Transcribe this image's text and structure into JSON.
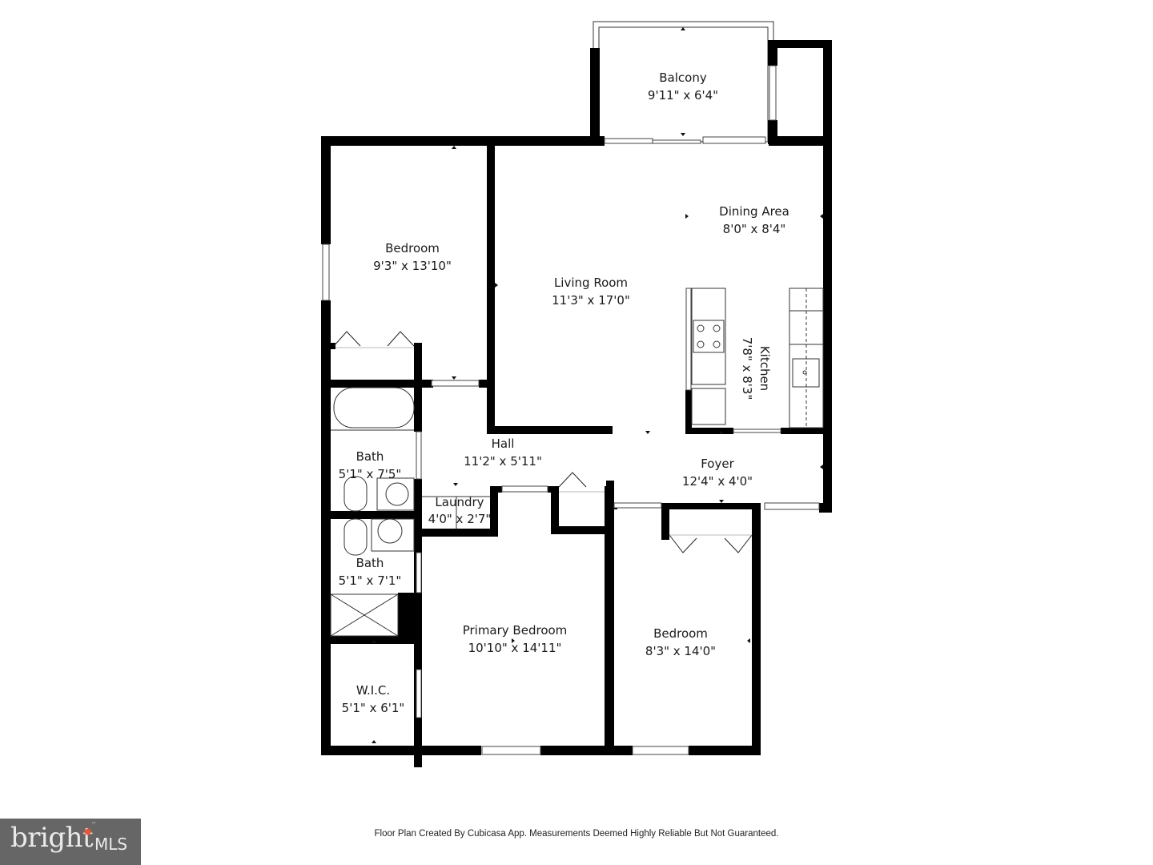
{
  "floor_plan": {
    "rooms": [
      {
        "name": "Balcony",
        "dimensions": "9'11\" x 6'4\""
      },
      {
        "name": "Bedroom",
        "dimensions": "9'3\" x 13'10\""
      },
      {
        "name": "Dining Area",
        "dimensions": "8'0\" x 8'4\""
      },
      {
        "name": "Living Room",
        "dimensions": "11'3\" x 17'0\""
      },
      {
        "name": "Kitchen",
        "dimensions": "7'8\" x 8'3\""
      },
      {
        "name": "Bath",
        "dimensions": "5'1\" x 7'5\""
      },
      {
        "name": "Hall",
        "dimensions": "11'2\" x 5'11\""
      },
      {
        "name": "Foyer",
        "dimensions": "12'4\" x 4'0\""
      },
      {
        "name": "Laundry",
        "dimensions": "4'0\" x 2'7\""
      },
      {
        "name": "Bath",
        "dimensions": "5'1\" x 7'1\""
      },
      {
        "name": "Primary Bedroom",
        "dimensions": "10'10\" x 14'11\""
      },
      {
        "name": "Bedroom",
        "dimensions": "8'3\" x 14'0\""
      },
      {
        "name": "W.I.C.",
        "dimensions": "5'1\" x 6'1\""
      }
    ],
    "colors": {
      "wall": "#000000",
      "background": "#ffffff",
      "label": "#1a1a1a"
    }
  },
  "footer": {
    "note": "Floor Plan Created By Cubicasa App. Measurements Deemed Highly Reliable But Not Guaranteed."
  },
  "logo": {
    "brand": "bright",
    "tm": "™",
    "suffix": "MLS",
    "background": "#666666",
    "accent": "#e8543a"
  }
}
